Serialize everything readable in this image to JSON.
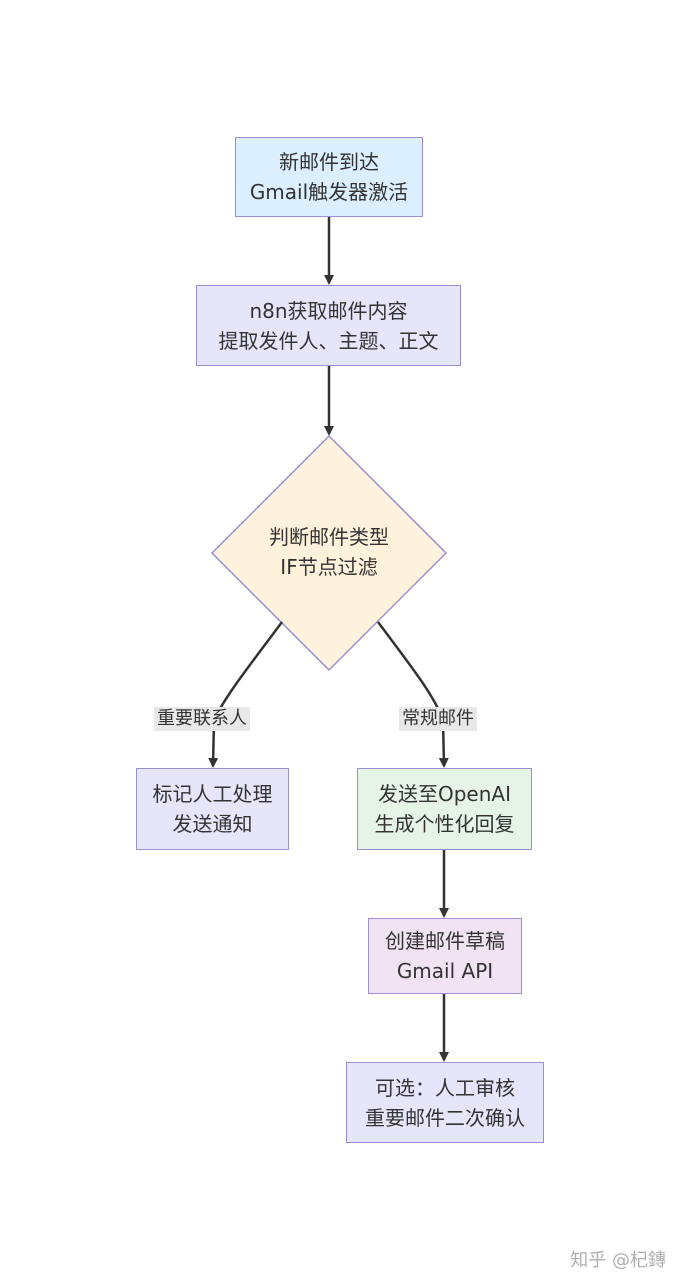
{
  "diagram": {
    "nodes": {
      "email_arrival": {
        "line1": "新邮件到达",
        "line2": "Gmail触发器激活"
      },
      "fetch_content": {
        "line1": "n8n获取邮件内容",
        "line2": "提取发件人、主题、正文"
      },
      "judge_type": {
        "line1": "判断邮件类型",
        "line2": "IF节点过滤"
      },
      "manual_handling": {
        "line1": "标记人工处理",
        "line2": "发送通知"
      },
      "send_openai": {
        "line1": "发送至OpenAI",
        "line2": "生成个性化回复"
      },
      "create_draft": {
        "line1": "创建邮件草稿",
        "line2": "Gmail API"
      },
      "optional_review": {
        "line1": "可选：人工审核",
        "line2": "重要邮件二次确认"
      }
    },
    "edge_labels": {
      "important_contact": "重要联系人",
      "regular_email": "常规邮件"
    },
    "colors": {
      "start_fill": "#dcefff",
      "process_fill": "#e6e6fb",
      "decision_fill": "#fff2dc",
      "ai_fill": "#e6f4e8",
      "draft_fill": "#f1e2f4",
      "border": "#9b8fd4",
      "arrow": "#333333"
    }
  },
  "watermark": "知乎 @杞鏄"
}
